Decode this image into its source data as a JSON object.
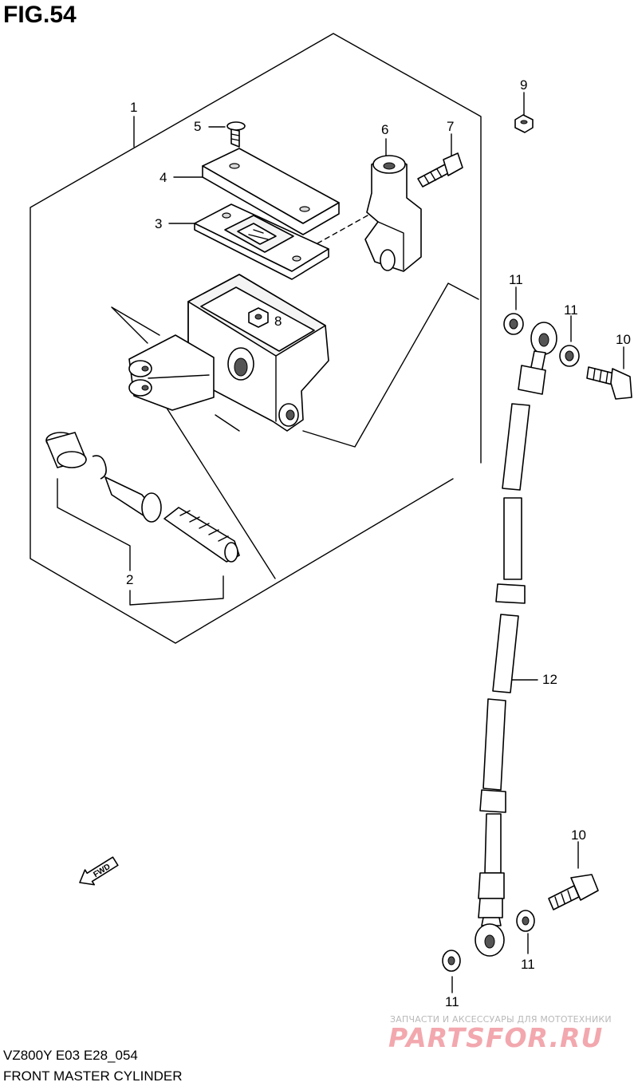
{
  "figure": {
    "title": "FIG.54"
  },
  "callouts": {
    "c1": "1",
    "c2": "2",
    "c3": "3",
    "c4": "4",
    "c5": "5",
    "c6": "6",
    "c7": "7",
    "c8": "8",
    "c9": "9",
    "c10a": "10",
    "c10b": "10",
    "c11a": "11",
    "c11b": "11",
    "c11c": "11",
    "c11d": "11",
    "c12": "12"
  },
  "fwd_label": "FWD",
  "caption": {
    "model_code": "VZ800Y E03 E28_054",
    "name": "FRONT MASTER CYLINDER"
  },
  "watermark": {
    "tagline": "ЗАПЧАСТИ И АКСЕССУАРЫ ДЛЯ МОТОТЕХНИКИ",
    "brand": "PARTSFOR.RU"
  }
}
